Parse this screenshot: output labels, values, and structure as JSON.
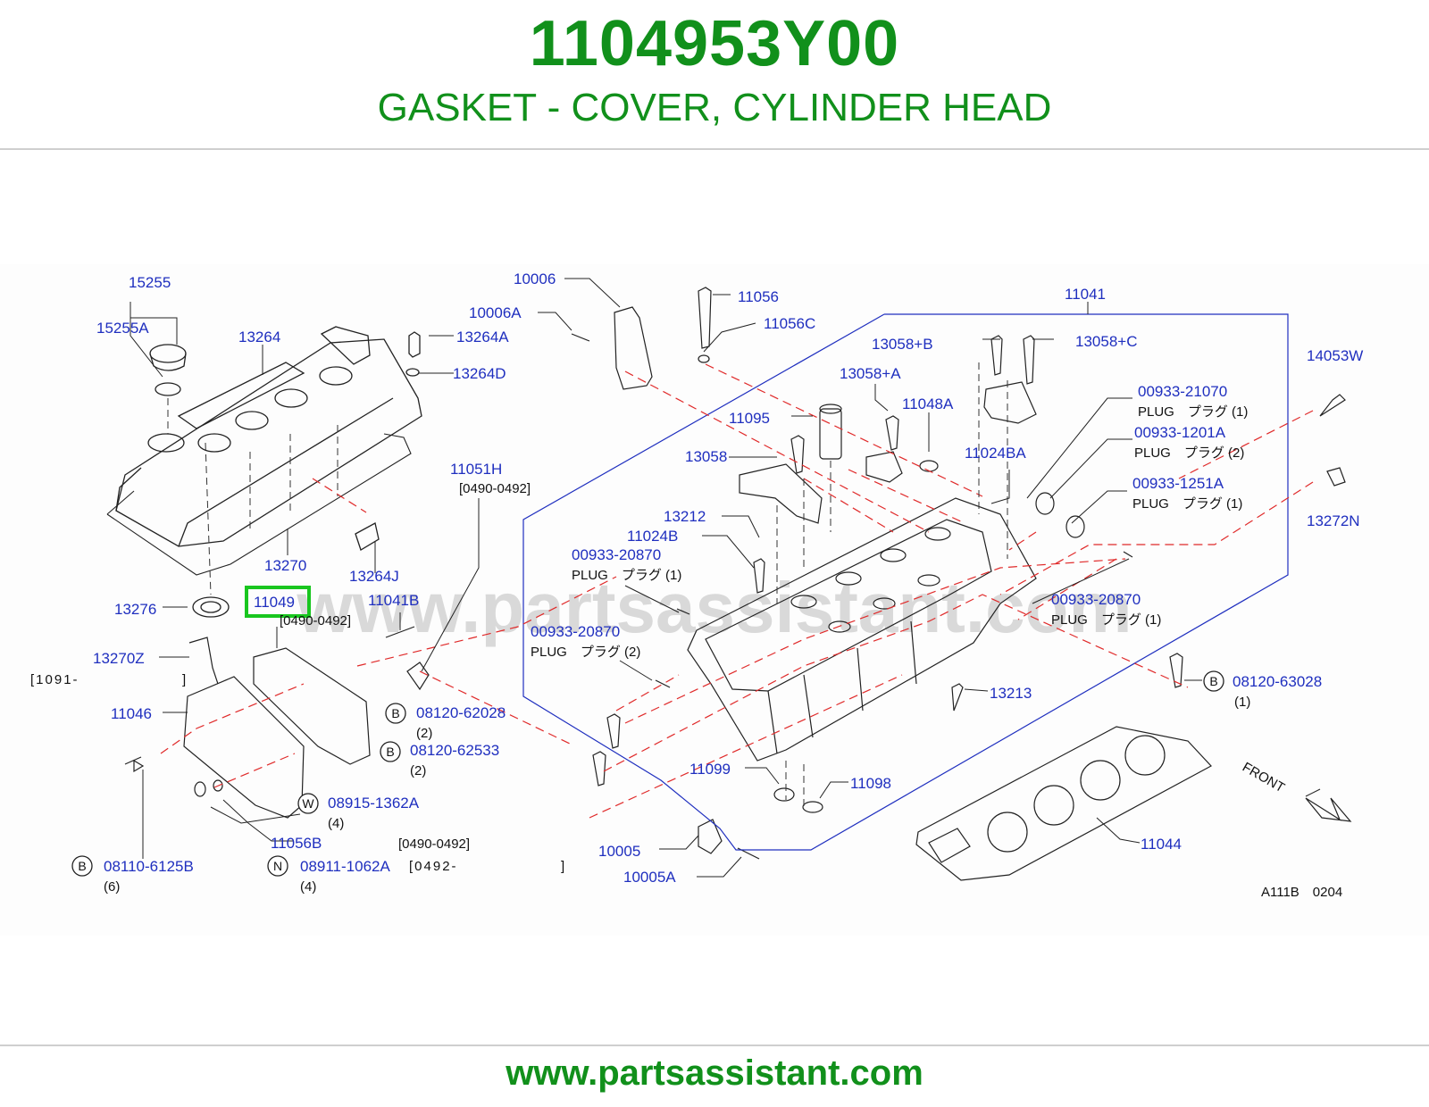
{
  "header": {
    "part_number": "1104953Y00",
    "part_name": "GASKET - COVER, CYLINDER HEAD"
  },
  "diagram": {
    "watermark": "www.partsassistant.com",
    "highlight_label": "11049",
    "labels": {
      "l15255": "15255",
      "l15255A": "15255A",
      "l13264": "13264",
      "l13264A": "13264A",
      "l13264D": "13264D",
      "l10006": "10006",
      "l10006A": "10006A",
      "l11056": "11056",
      "l11056C": "11056C",
      "l11041": "11041",
      "l13058B": "13058+B",
      "l13058C": "13058+C",
      "l14053W": "14053W",
      "l13058A": "13058+A",
      "l00933_21070": "00933-21070",
      "l11048A": "11048A",
      "l11095": "11095",
      "l00933_1201A": "00933-1201A",
      "l11051H": "11051H",
      "l13058": "13058",
      "l11024BA": "11024BA",
      "l00933_1251A": "00933-1251A",
      "l13212": "13212",
      "l13272N": "13272N",
      "l11024B": "11024B",
      "l00933_20870a": "00933-20870",
      "l13270": "13270",
      "l13264J": "13264J",
      "l00933_20870c": "00933-20870",
      "l13276": "13276",
      "l11041B": "11041B",
      "l00933_20870b": "00933-20870",
      "l13270Z": "13270Z",
      "l08120_63028": "08120-63028",
      "l13213": "13213",
      "l08120_62028": "08120-62028",
      "l11046": "11046",
      "l08120_62533": "08120-62533",
      "l11099": "11099",
      "l11098": "11098",
      "l08915_1362A": "08915-1362A",
      "l11056B": "11056B",
      "l10005": "10005",
      "l11044": "11044",
      "l08110_6125B": "08110-6125B",
      "l08911_1062A": "08911-1062A",
      "l10005A": "10005A"
    },
    "notes": {
      "r0490_0492_a": "[0490-0492]",
      "r0490_0492_b": "[0490-0492]",
      "r0490_0492_c": "[0490-0492]",
      "r1091": "[1091-",
      "r1091_end": "]",
      "r0492": "[0492-",
      "r0492_end": "]",
      "plug_21070": "PLUG　プラグ (1)",
      "plug_1201A": "PLUG　プラグ (2)",
      "plug_1251A": "PLUG　プラグ (1)",
      "plug_20870a": "PLUG　プラグ (1)",
      "plug_20870c": "PLUG　プラグ (1)",
      "plug_20870b": "PLUG　プラグ (2)",
      "q_63028": "(1)",
      "q_62028": "(2)",
      "q_62533": "(2)",
      "q_1362A": "(4)",
      "q_6125B": "(6)",
      "q_1062A": "(4)",
      "front": "FRONT",
      "drawing_code": "A111B　0204"
    },
    "circle_markers": {
      "b1": "B",
      "b2": "B",
      "b3": "B",
      "b4": "B",
      "w": "W",
      "n": "N"
    }
  },
  "footer": {
    "url": "www.partsassistant.com"
  },
  "colors": {
    "brand_green": "#11901b",
    "label_blue": "#1f2fbf",
    "leader_red": "#e02a2a",
    "highlight_box": "#19c61f"
  }
}
